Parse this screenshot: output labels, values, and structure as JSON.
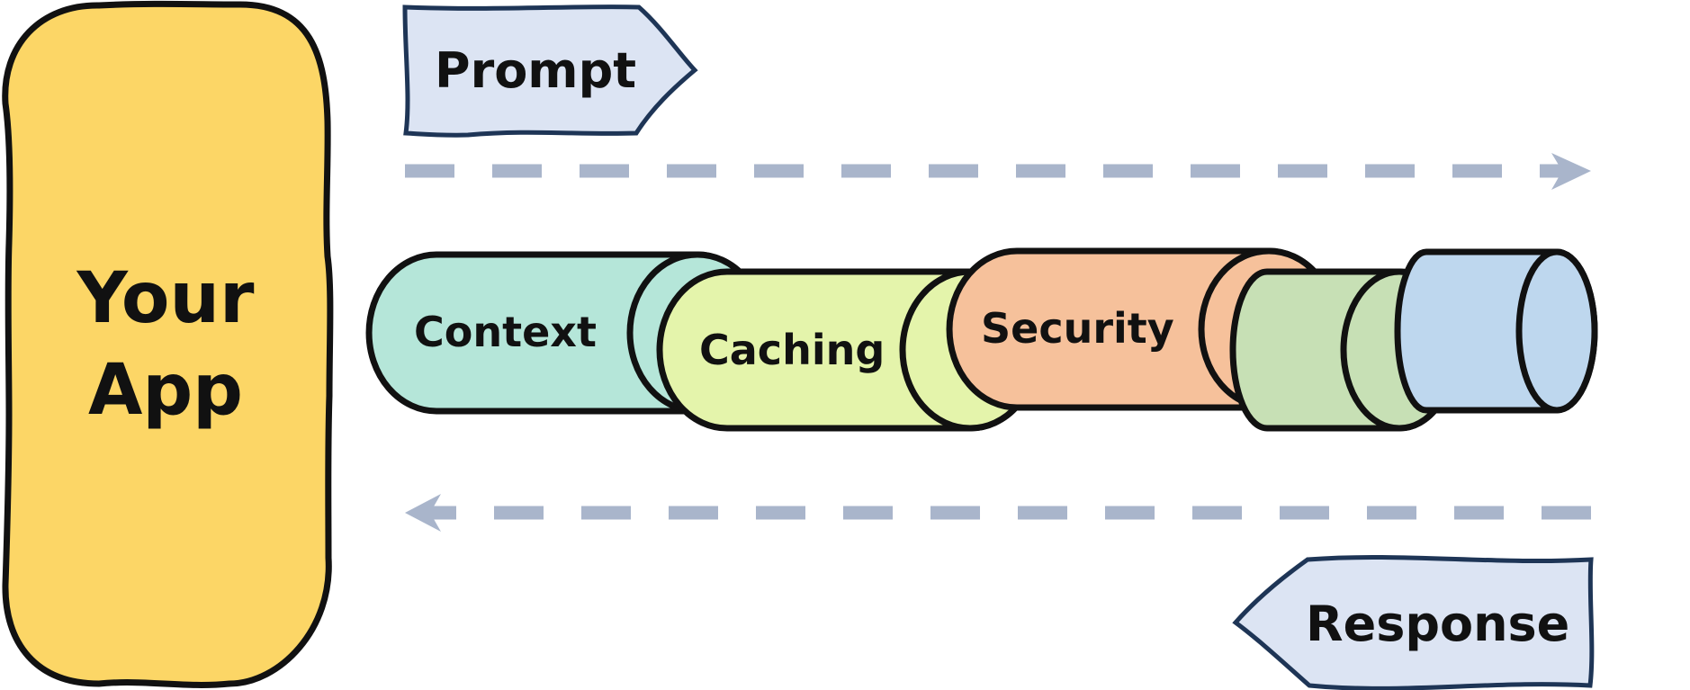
{
  "app": {
    "line1": "Your",
    "line2": "App"
  },
  "prompt_label": "Prompt",
  "response_label": "Response",
  "layers": {
    "context": "Context",
    "caching": "Caching",
    "security": "Security"
  },
  "colors": {
    "app_fill": "#FCD666",
    "flag_fill": "#DCE4F3",
    "flag_stroke": "#1E3556",
    "arrow": "#A9B5CB",
    "context": "#B5E6D9",
    "caching": "#E4F4AB",
    "security": "#F6C19B",
    "fourth": "#C7E0B5",
    "fifth": "#BED7EE",
    "outline": "#111111"
  }
}
